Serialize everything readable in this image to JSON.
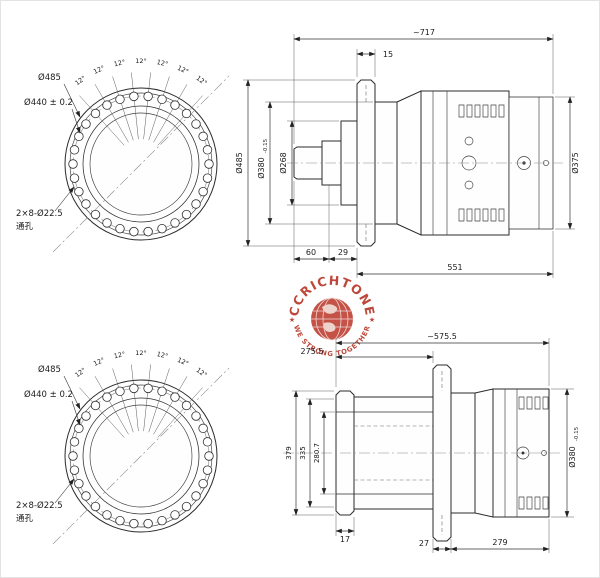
{
  "flange_top": {
    "angles": [
      "12°",
      "12°",
      "12°",
      "12°",
      "12°",
      "12°",
      "12°"
    ],
    "dia_outer": "Ø485",
    "dia_bolt_circle": "Ø440 ± 0.2",
    "holes_spec": "2×8-Ø22.5",
    "holes_note": "通孔"
  },
  "flange_bottom": {
    "angles": [
      "12°",
      "12°",
      "12°",
      "12°",
      "12°",
      "12°",
      "12°"
    ],
    "dia_outer": "Ø485",
    "dia_bolt_circle": "Ø440 ± 0.2",
    "holes_spec": "2×8-Ø22.5",
    "holes_note": "通孔"
  },
  "section_top": {
    "overall": "~717",
    "flange_thickness": "15",
    "dia_flange": "Ø485",
    "dia_spigot": "Ø380",
    "dia_spigot_tol": "-0.15",
    "dia_collar": "Ø268",
    "dia_housing": "Ø375",
    "len_shaft": "60",
    "len_step": "29",
    "len_body": "551"
  },
  "section_bottom": {
    "overall": "~575.5",
    "len_to_flange": "275.5",
    "height_plate": "379",
    "height_mid": "335",
    "bore": "280.7",
    "dia_housing": "Ø380",
    "dia_housing_tol": "-0.15",
    "plate_thickness": "17",
    "flange_thickness": "27",
    "len_body": "279"
  },
  "logo": {
    "brand": "CCRICHTONE",
    "slogan": "WE STRONG TOGETHER",
    "star": "★",
    "accent_color": "#b93a2c"
  }
}
